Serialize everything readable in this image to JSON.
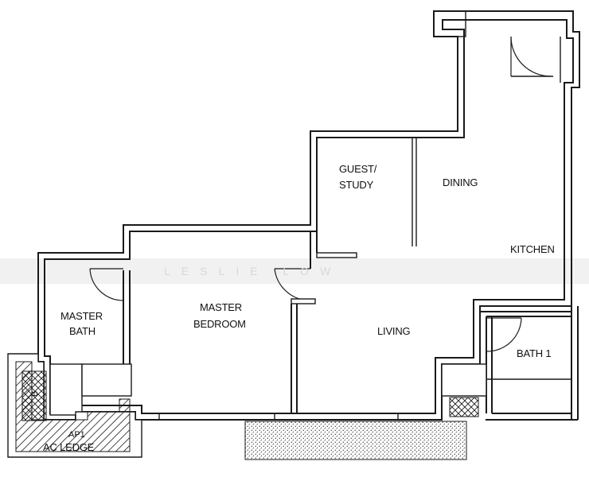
{
  "rooms": {
    "guest_study_line1": "GUEST/",
    "guest_study_line2": "STUDY",
    "dining": "DINING",
    "kitchen": "KITCHEN",
    "master_bath_line1": "MASTER",
    "master_bath_line2": "BATH",
    "master_bedroom_line1": "MASTER",
    "master_bedroom_line2": "BEDROOM",
    "living": "LIVING",
    "bath1": "BATH 1",
    "ap_line1": "AP1",
    "ap_line2": "AC LEDGE",
    "wc_mark": "B"
  },
  "watermark": "LESLIE LOW",
  "colors": {
    "wall": "#1a1a1a",
    "background": "#ffffff",
    "watermark_band": "#f1f1f1",
    "watermark_text": "#d8d8d8"
  }
}
